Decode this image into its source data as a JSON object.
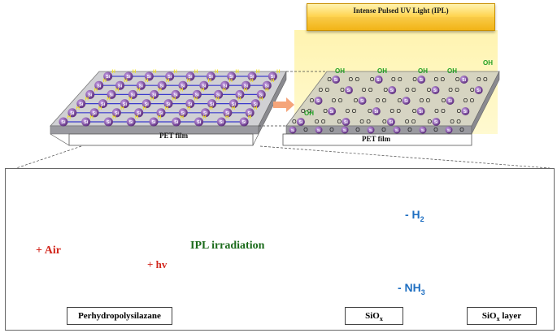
{
  "ipl_light": {
    "label": "Intense Pulsed UV Light (IPL)"
  },
  "films": {
    "left_label": "PET film",
    "right_label": "PET film"
  },
  "atoms": {
    "si": "Si",
    "o": "O",
    "h": "H",
    "n": "N",
    "oh": "OH"
  },
  "reaction": {
    "air": "+ Air",
    "hv": "+ hv",
    "arrow_label": "IPL irradiation",
    "h2": "- H",
    "h2_sub": "2",
    "nh3": "- NH",
    "nh3_sub": "3"
  },
  "captions": {
    "precursor": "Perhydropolysilazane",
    "product_base": "SiO",
    "product_sub": "x",
    "layer_base": "SiO",
    "layer_sub": "x",
    "layer_suffix": " layer"
  },
  "colors": {
    "si_atom": "#7b3f9e",
    "yellow_h": "#f0e020",
    "oxygen": "#d81818",
    "silicon_model": "#9d7fc4",
    "nitrogen": "#2d35c8",
    "green_oh": "#22a024",
    "air_red": "#d2261c",
    "loss_blue": "#1f6fc2",
    "arrow_blue": "#8fb6e8",
    "glove": "#7fd6d0"
  }
}
